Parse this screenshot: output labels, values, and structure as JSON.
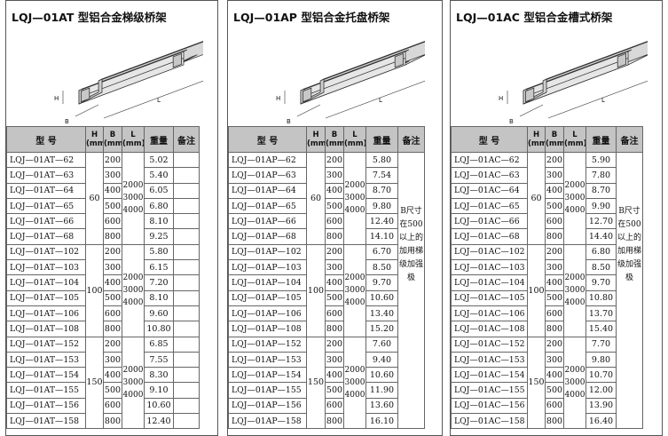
{
  "headers": {
    "model": "型 号",
    "h": "H",
    "b": "B",
    "l": "L",
    "mm": "(mm)",
    "weight": "重量",
    "note": "备注"
  },
  "dim_labels": {
    "h": "H",
    "b": "B",
    "l": "L"
  },
  "L_values": [
    "2000",
    "3000",
    "4000"
  ],
  "note_text": "B尺寸在500以上的加用梯级加强极",
  "tables": [
    {
      "title": "LQJ—01AT 型铝合金梯级桥架",
      "groups": [
        {
          "h": "60",
          "rows": [
            [
              "LQJ—01AT—62",
              "200",
              "5.02"
            ],
            [
              "LQJ—01AT—63",
              "300",
              "5.40"
            ],
            [
              "LQJ—01AT—64",
              "400",
              "6.05"
            ],
            [
              "LQJ—01AT—65",
              "500",
              "6.80"
            ],
            [
              "LQJ—01AT—66",
              "600",
              "8.10"
            ],
            [
              "LQJ—01AT—68",
              "800",
              "9.25"
            ]
          ]
        },
        {
          "h": "100",
          "rows": [
            [
              "LQJ—01AT—102",
              "200",
              "5.80"
            ],
            [
              "LQJ—01AT—103",
              "300",
              "6.15"
            ],
            [
              "LQJ—01AT—104",
              "400",
              "7.20"
            ],
            [
              "LQJ—01AT—105",
              "500",
              "8.10"
            ],
            [
              "LQJ—01AT—106",
              "600",
              "9.60"
            ],
            [
              "LQJ—01AT—108",
              "800",
              "10.80"
            ]
          ]
        },
        {
          "h": "150",
          "rows": [
            [
              "LQJ—01AT—152",
              "200",
              "6.85"
            ],
            [
              "LQJ—01AT—153",
              "300",
              "7.55"
            ],
            [
              "LQJ—01AT—154",
              "400",
              "8.30"
            ],
            [
              "LQJ—01AT—155",
              "500",
              "9.10"
            ],
            [
              "LQJ—01AT—156",
              "600",
              "10.60"
            ],
            [
              "LQJ—01AT—158",
              "800",
              "12.40"
            ]
          ]
        }
      ]
    },
    {
      "title": "LQJ—01AP 型铝合金托盘桥架",
      "groups": [
        {
          "h": "60",
          "rows": [
            [
              "LQJ—01AP—62",
              "200",
              "5.80"
            ],
            [
              "LQJ—01AP—63",
              "300",
              "7.54"
            ],
            [
              "LQJ—01AP—64",
              "400",
              "8.70"
            ],
            [
              "LQJ—01AP—65",
              "500",
              "9.80"
            ],
            [
              "LQJ—01AP—66",
              "600",
              "12.40"
            ],
            [
              "LQJ—01AP—68",
              "800",
              "14.10"
            ]
          ]
        },
        {
          "h": "100",
          "rows": [
            [
              "LQJ—01AP—102",
              "200",
              "6.70"
            ],
            [
              "LQJ—01AP—103",
              "300",
              "8.50"
            ],
            [
              "LQJ—01AP—104",
              "400",
              "9.70"
            ],
            [
              "LQJ—01AP—105",
              "500",
              "10.60"
            ],
            [
              "LQJ—01AP—106",
              "600",
              "13.40"
            ],
            [
              "LQJ—01AP—108",
              "800",
              "15.20"
            ]
          ]
        },
        {
          "h": "150",
          "rows": [
            [
              "LQJ—01AP—152",
              "200",
              "7.60"
            ],
            [
              "LQJ—01AP—153",
              "300",
              "9.40"
            ],
            [
              "LQJ—01AP—154",
              "400",
              "10.60"
            ],
            [
              "LQJ—01AP—155",
              "500",
              "11.90"
            ],
            [
              "LQJ—01AP—156",
              "600",
              "13.60"
            ],
            [
              "LQJ—01AP—158",
              "800",
              "16.10"
            ]
          ]
        }
      ]
    },
    {
      "title": "LQJ—01AC 型铝合金槽式桥架",
      "groups": [
        {
          "h": "60",
          "rows": [
            [
              "LQJ—01AC—62",
              "200",
              "5.90"
            ],
            [
              "LQJ—01AC—63",
              "300",
              "7.80"
            ],
            [
              "LQJ—01AC—64",
              "400",
              "8.70"
            ],
            [
              "LQJ—01AC—65",
              "500",
              "9.90"
            ],
            [
              "LQJ—01AC—66",
              "600",
              "12.70"
            ],
            [
              "LQJ—01AC—68",
              "800",
              "14.40"
            ]
          ]
        },
        {
          "h": "100",
          "rows": [
            [
              "LQJ—01AC—102",
              "200",
              "6.80"
            ],
            [
              "LQJ—01AC—103",
              "300",
              "8.50"
            ],
            [
              "LQJ—01AC—104",
              "400",
              "9.70"
            ],
            [
              "LQJ—01AC—105",
              "500",
              "10.80"
            ],
            [
              "LQJ—01AC—106",
              "600",
              "13.70"
            ],
            [
              "LQJ—01AC—108",
              "800",
              "15.40"
            ]
          ]
        },
        {
          "h": "150",
          "rows": [
            [
              "LQJ—01AC—152",
              "200",
              "7.70"
            ],
            [
              "LQJ—01AC—153",
              "300",
              "9.80"
            ],
            [
              "LQJ—01AC—154",
              "400",
              "10.70"
            ],
            [
              "LQJ—01AC—155",
              "500",
              "12.00"
            ],
            [
              "LQJ—01AC—156",
              "600",
              "13.90"
            ],
            [
              "LQJ—01AC—158",
              "800",
              "16.40"
            ]
          ]
        }
      ]
    }
  ]
}
